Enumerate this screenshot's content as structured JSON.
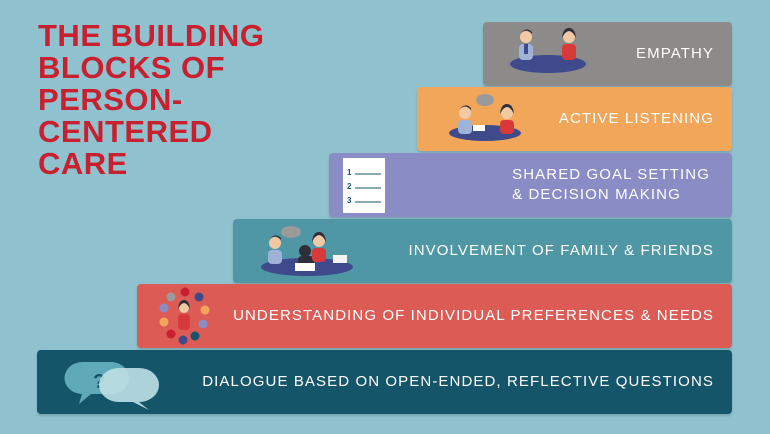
{
  "title_lines": [
    "THE BUILDING",
    "BLOCKS OF",
    "PERSON-",
    "CENTERED",
    "CARE"
  ],
  "steps": [
    {
      "lines": [
        "EMPATHY"
      ],
      "color": "#8d8b8a",
      "icon": "two-people-at-table-icon"
    },
    {
      "lines": [
        "ACTIVE LISTENING"
      ],
      "color": "#f2a65a",
      "icon": "conversation-at-table-icon"
    },
    {
      "lines": [
        "SHARED GOAL SETTING",
        "& DECISION MAKING"
      ],
      "color": "#8a8cc6",
      "icon": "numbered-checklist-icon",
      "list_numbers": [
        "1",
        "2",
        "3"
      ]
    },
    {
      "lines": [
        "INVOLVEMENT OF FAMILY & FRIENDS"
      ],
      "color": "#4f97a5",
      "icon": "family-meeting-icon"
    },
    {
      "lines": [
        "UNDERSTANDING OF INDIVIDUAL PREFERENCES & NEEDS"
      ],
      "color": "#dc5b55",
      "icon": "person-with-preferences-circle-icon"
    },
    {
      "lines": [
        "DIALOGUE BASED ON OPEN-ENDED, REFLECTIVE QUESTIONS"
      ],
      "color": "#15556a",
      "icon": "question-speech-bubbles-icon",
      "bubble_symbol": "?"
    }
  ]
}
